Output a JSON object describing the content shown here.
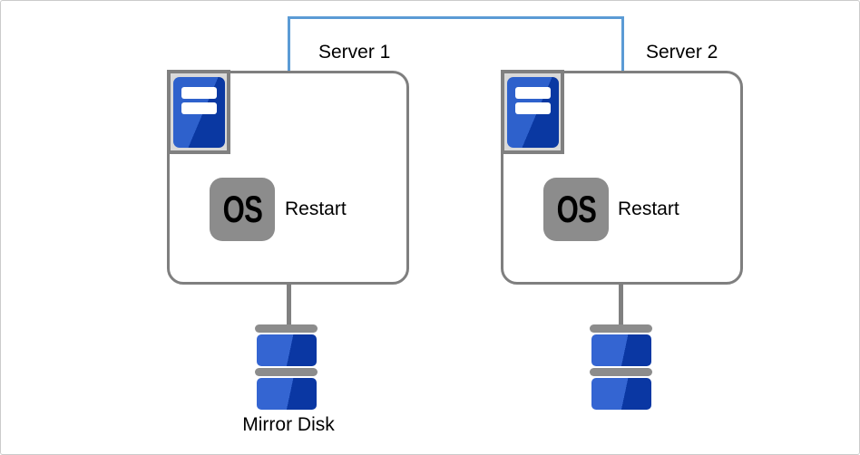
{
  "diagram_type": "cluster-failover-diagram",
  "link": {
    "name": "heartbeat-link",
    "color": "#5B9BD5"
  },
  "servers": [
    {
      "label": "Server 1",
      "os_badge": "OS",
      "action": "Restart"
    },
    {
      "label": "Server 2",
      "os_badge": "OS",
      "action": "Restart"
    }
  ],
  "disks": {
    "label": "Mirror Disk"
  },
  "icons": {
    "server": "server-tower-icon",
    "os": "os-icon",
    "disk": "disk-stack-icon"
  },
  "colors": {
    "link_blue": "#5B9BD5",
    "box_border_gray": "#7F7F7F",
    "connector_gray": "#808080",
    "icon_frame_fill": "#D9D9D9",
    "os_badge_gray": "#8C8C8C",
    "icon_blue_light": "#3465D2",
    "icon_blue_dark": "#0A37A3",
    "canvas_border": "#CBCBCB",
    "background": "#FFFFFF"
  }
}
